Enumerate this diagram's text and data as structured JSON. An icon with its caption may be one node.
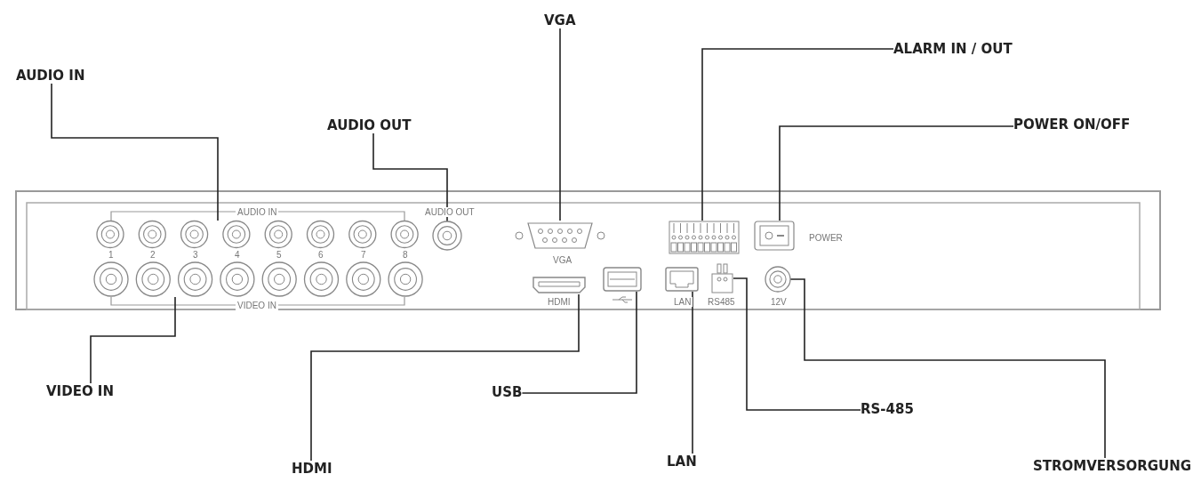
{
  "diagram": {
    "nodes": [
      {
        "text": [
          "VGA"
        ]
      },
      {
        "text": [
          "ALARM IN / OUT"
        ]
      },
      {
        "text": [
          "AUDIO IN"
        ]
      },
      {
        "text": [
          "AUDIO OUT"
        ]
      },
      {
        "text": [
          "POWER ON/OFF"
        ]
      },
      {
        "text": [
          "VIDEO IN"
        ]
      },
      {
        "text": [
          "USB"
        ]
      },
      {
        "text": [
          "RS-485"
        ]
      },
      {
        "text": [
          "HDMI"
        ]
      },
      {
        "text": [
          "LAN"
        ]
      },
      {
        "text": [
          "STROMVERSORGUNG"
        ]
      },
      {
        "text": [],
        "shape": "circle"
      },
      {
        "text": [],
        "shape": "circle"
      },
      {
        "text": [],
        "shape": "box"
      },
      {
        "text": [],
        "shape": "box"
      },
      {
        "text": [],
        "shape": "box"
      },
      {
        "text": [],
        "shape": "circle"
      },
      {
        "text": [],
        "shape": "box"
      },
      {
        "text": [],
        "shape": "box"
      },
      {
        "text": [],
        "shape": "box"
      },
      {
        "text": [],
        "shape": "box"
      },
      {
        "text": [],
        "shape": "circle"
      }
    ],
    "edges": [
      {
        "from": 0,
        "to": 13,
        "arrow": "none"
      },
      {
        "from": 1,
        "to": 14,
        "arrow": "none"
      },
      {
        "from": 2,
        "to": 11,
        "arrow": "none"
      },
      {
        "from": 3,
        "to": 12,
        "arrow": "none"
      },
      {
        "from": 4,
        "to": 15,
        "arrow": "none"
      },
      {
        "from": 5,
        "to": 16,
        "arrow": "none"
      },
      {
        "from": 6,
        "to": 18,
        "arrow": "none"
      },
      {
        "from": 7,
        "to": 20,
        "arrow": "none"
      },
      {
        "from": 8,
        "to": 17,
        "arrow": "none"
      },
      {
        "from": 9,
        "to": 19,
        "arrow": "none"
      },
      {
        "from": 10,
        "to": 21,
        "arrow": "none"
      }
    ],
    "labels": [
      "AUDIO IN",
      "AUDIO OUT",
      "POWER",
      "1",
      "2",
      "3",
      "4",
      "5",
      "6",
      "7",
      "8",
      "VGA",
      "HDMI",
      "LAN",
      "RS485",
      "12V",
      "VIDEO IN"
    ]
  }
}
